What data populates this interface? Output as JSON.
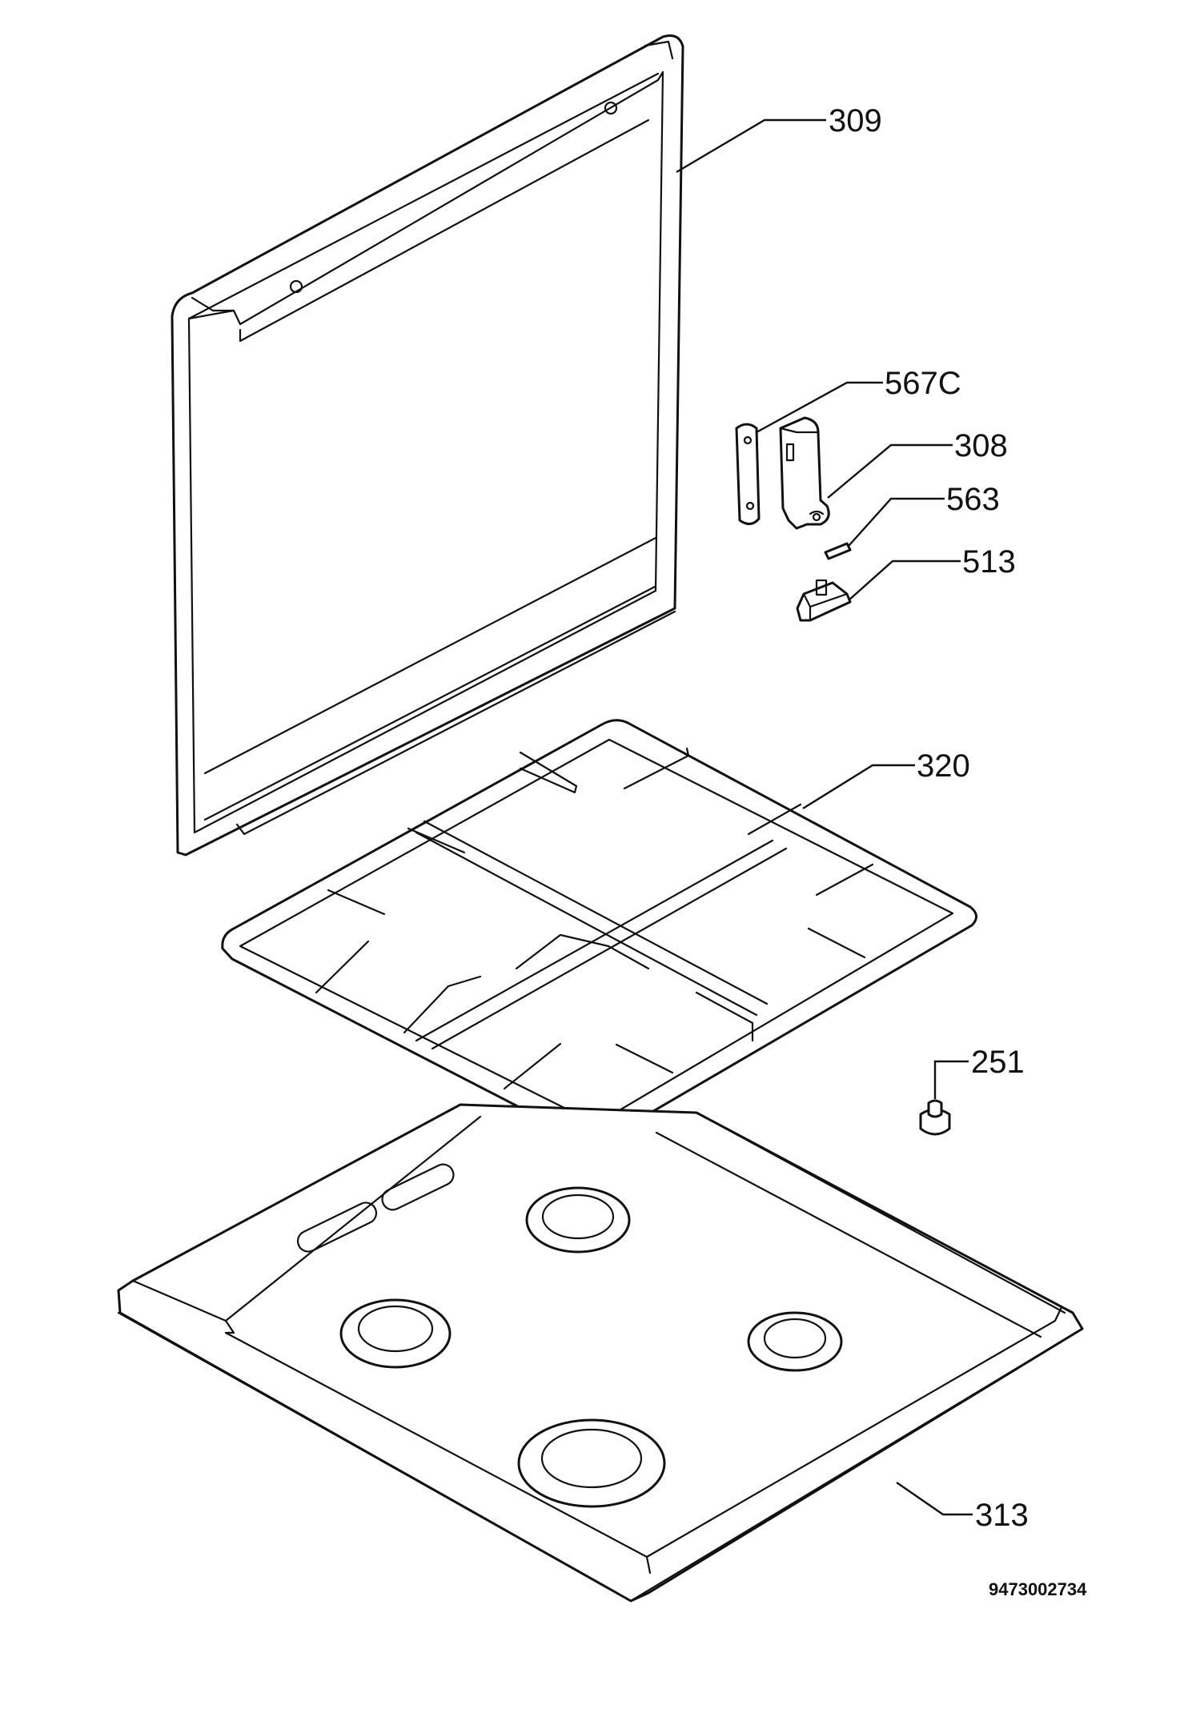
{
  "callouts": [
    {
      "id": "309",
      "label": "309"
    },
    {
      "id": "567c",
      "label": "567C"
    },
    {
      "id": "308",
      "label": "308"
    },
    {
      "id": "563",
      "label": "563"
    },
    {
      "id": "513",
      "label": "513"
    },
    {
      "id": "320",
      "label": "320"
    },
    {
      "id": "251",
      "label": "251"
    },
    {
      "id": "313",
      "label": "313"
    }
  ],
  "document_number": "9473002734",
  "colors": {
    "ink": "#111111",
    "paper": "#ffffff"
  }
}
